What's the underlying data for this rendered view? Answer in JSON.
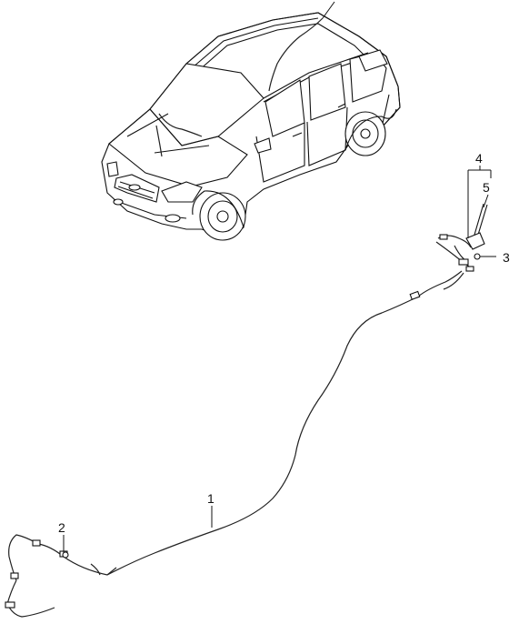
{
  "callouts": [
    {
      "id": "1",
      "label": "1"
    },
    {
      "id": "2",
      "label": "2"
    },
    {
      "id": "3",
      "label": "3"
    },
    {
      "id": "4",
      "label": "4"
    },
    {
      "id": "5",
      "label": "5"
    }
  ],
  "colors": {
    "line": "#111111",
    "background": "#ffffff"
  }
}
